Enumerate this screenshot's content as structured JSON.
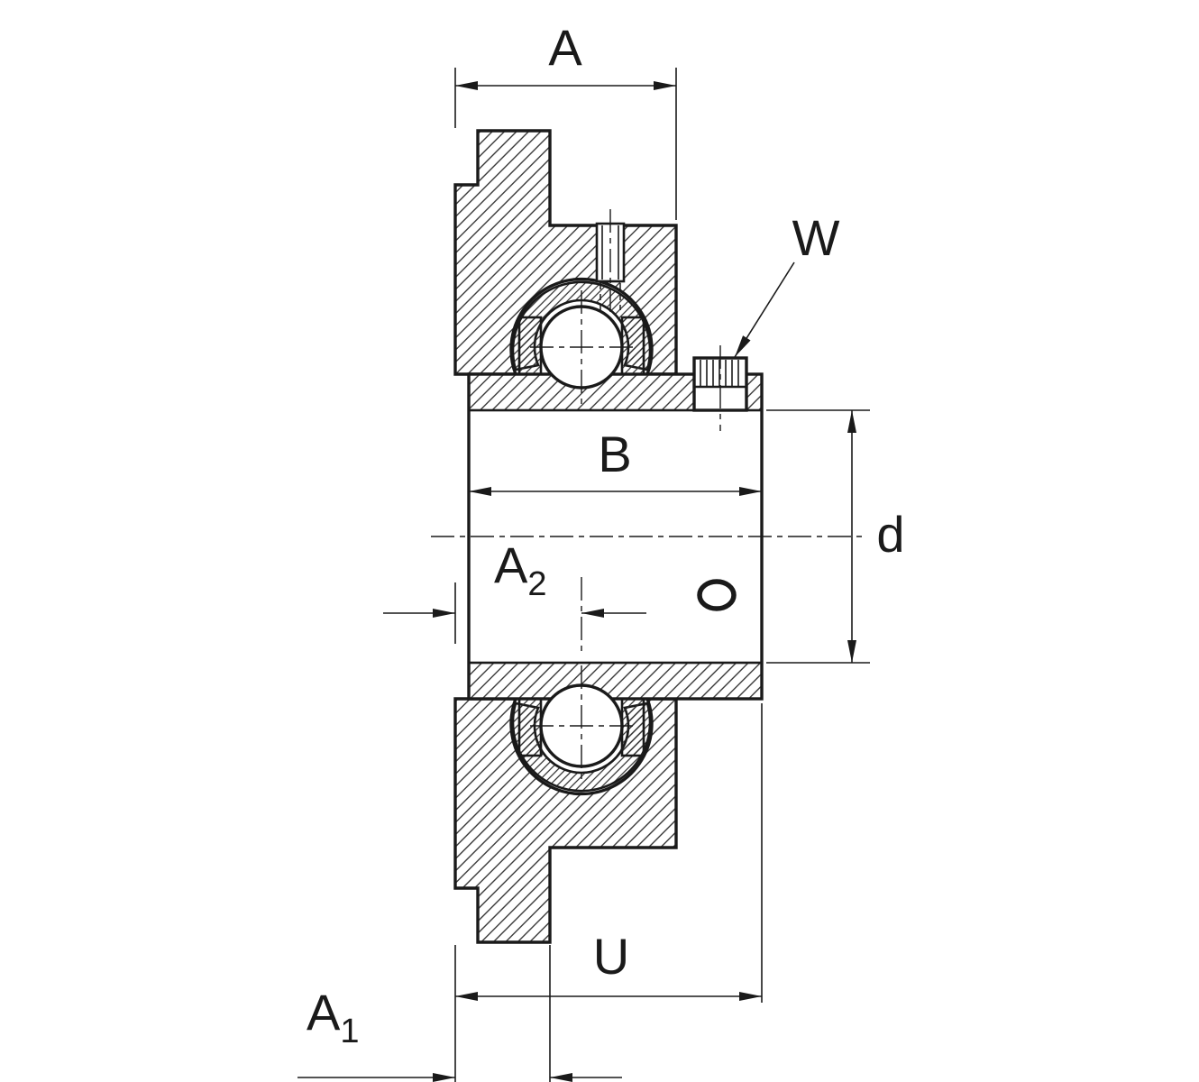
{
  "labels": {
    "a": "A",
    "w": "W",
    "b": "B",
    "d": "d",
    "u": "U",
    "a2": {
      "base": "A",
      "sub": "2"
    },
    "a1": {
      "base": "A",
      "sub": "1"
    }
  },
  "colors": {
    "line": "#1a1a1a",
    "background": "#ffffff"
  }
}
